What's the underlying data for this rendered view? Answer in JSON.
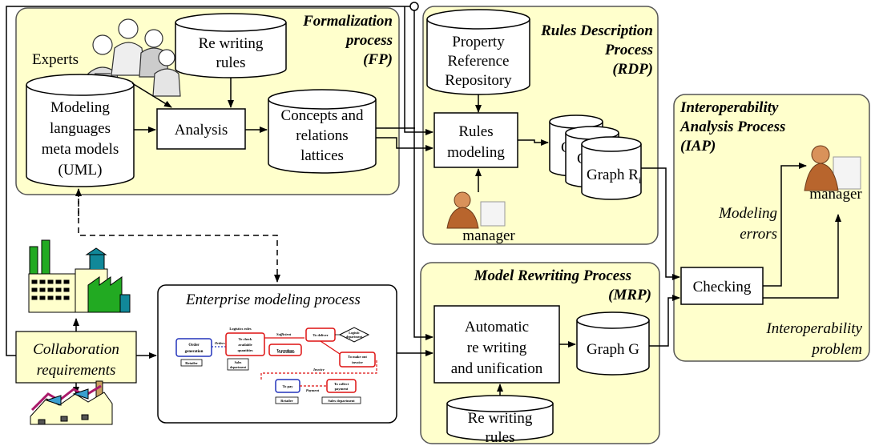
{
  "colors": {
    "panel_fill": "#ffffcc",
    "panel_stroke": "#555555",
    "node_fill": "#ffffff",
    "line": "#000000",
    "flow_blue": "#2233bb",
    "flow_red": "#dd1111",
    "factory_green": "#22aa22",
    "factory_teal": "#118899"
  },
  "panels": {
    "fp": {
      "title_line1": "Formalization",
      "title_line2": "process",
      "title_line3": "(FP)"
    },
    "rdp": {
      "title_line1": "Rules Description",
      "title_line2": "Process",
      "title_line3": "(RDP)"
    },
    "iap": {
      "title_line1": "Interoperability",
      "title_line2": "Analysis Process",
      "title_line3": "(IAP)"
    },
    "mrp": {
      "title_line1": "Model Rewriting Process",
      "title_line2": "(MRP)"
    },
    "emp": {
      "title": "Enterprise modeling process"
    }
  },
  "nodes": {
    "experts": "Experts",
    "rewriting_rules_fp": [
      "Re writing",
      "rules"
    ],
    "modeling_languages": [
      "Modeling",
      "languages",
      "meta models",
      "(UML)"
    ],
    "analysis": "Analysis",
    "concepts": [
      "Concepts and",
      "relations",
      "lattices"
    ],
    "property_repo": [
      "Property",
      "Reference",
      "Repository"
    ],
    "rules_modeling": [
      "Rules",
      "modeling"
    ],
    "graph_ri_main": "Graph R",
    "graph_ri_sub": "i",
    "graph_stack_partial": "G",
    "manager_rdp": "manager",
    "manager_iap": "manager",
    "checking": "Checking",
    "modeling_errors": [
      "Modeling",
      "errors"
    ],
    "interop_problem": [
      "Interoperability",
      "problem"
    ],
    "automatic": [
      "Automatic",
      "re writing",
      "and unification"
    ],
    "graph_g": "Graph G",
    "rewriting_rules_mrp": [
      "Re writing",
      "rules"
    ],
    "collaboration": [
      "Collaboration",
      "requirements"
    ]
  },
  "process_model": {
    "order_generation": [
      "Order",
      "generation"
    ],
    "orders": "Orders",
    "retailer1": "Retailer",
    "logistics_roles": "Logistics roles",
    "to_check": [
      "To check",
      "available",
      "quantities"
    ],
    "sales_dep1": [
      "Sales",
      "department"
    ],
    "sufficient": "Sufficient",
    "to_produce": "To produce",
    "not_available": "Not available",
    "to_deliver": "To deliver",
    "logistic_department": [
      "Logistic",
      "department"
    ],
    "to_make_invoice": [
      "To make out",
      "invoice"
    ],
    "invoice": "Invoice",
    "to_pay": "To pay",
    "payment": "Payment",
    "to_collect": [
      "To collect",
      "payment"
    ],
    "retailer2": "Retailer",
    "sales_dep2": "Sales department"
  }
}
